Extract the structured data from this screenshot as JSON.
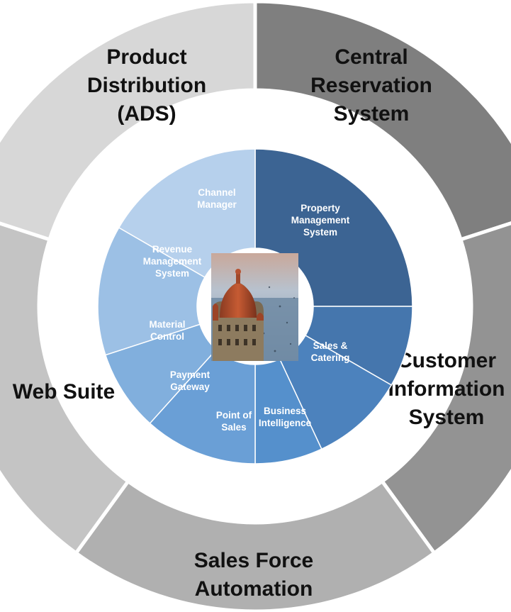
{
  "outer_ring": [
    {
      "id": "central-reservation-system",
      "label_lines": [
        "Central",
        "Reservation",
        "System"
      ],
      "color": "#7f7f7f"
    },
    {
      "id": "customer-information-system",
      "label_lines": [
        "Customer",
        "Information",
        "System"
      ],
      "color": "#939393"
    },
    {
      "id": "sales-force-automation",
      "label_lines": [
        "Sales Force",
        "Automation"
      ],
      "color": "#b0b0b0"
    },
    {
      "id": "web-suite",
      "label_lines": [
        "Web Suite"
      ],
      "color": "#c4c4c4"
    },
    {
      "id": "product-distribution",
      "label_lines": [
        "Product",
        "Distribution",
        "(ADS)"
      ],
      "color": "#d7d7d7"
    }
  ],
  "inner_ring": [
    {
      "id": "property-management-system",
      "label_lines": [
        "Property",
        "Management",
        "System"
      ],
      "color": "#3c6493"
    },
    {
      "id": "sales-and-catering",
      "label_lines": [
        "Sales &",
        "Catering"
      ],
      "color": "#4576ad"
    },
    {
      "id": "business-intelligence",
      "label_lines": [
        "Business",
        "Intelligence"
      ],
      "color": "#4c82bd"
    },
    {
      "id": "point-of-sales",
      "label_lines": [
        "Point of",
        "Sales"
      ],
      "color": "#5590cc"
    },
    {
      "id": "payment-gateway",
      "label_lines": [
        "Payment",
        "Gateway"
      ],
      "color": "#6a9fd6"
    },
    {
      "id": "material-control",
      "label_lines": [
        "Material",
        "Control"
      ],
      "color": "#81afdd"
    },
    {
      "id": "revenue-management-system",
      "label_lines": [
        "Revenue",
        "Management",
        "System"
      ],
      "color": "#9cc0e5"
    },
    {
      "id": "channel-manager",
      "label_lines": [
        "Channel",
        "Manager"
      ],
      "color": "#b6d0ec"
    }
  ],
  "center_image": {
    "icon": "hotel-dome-photo-icon"
  }
}
